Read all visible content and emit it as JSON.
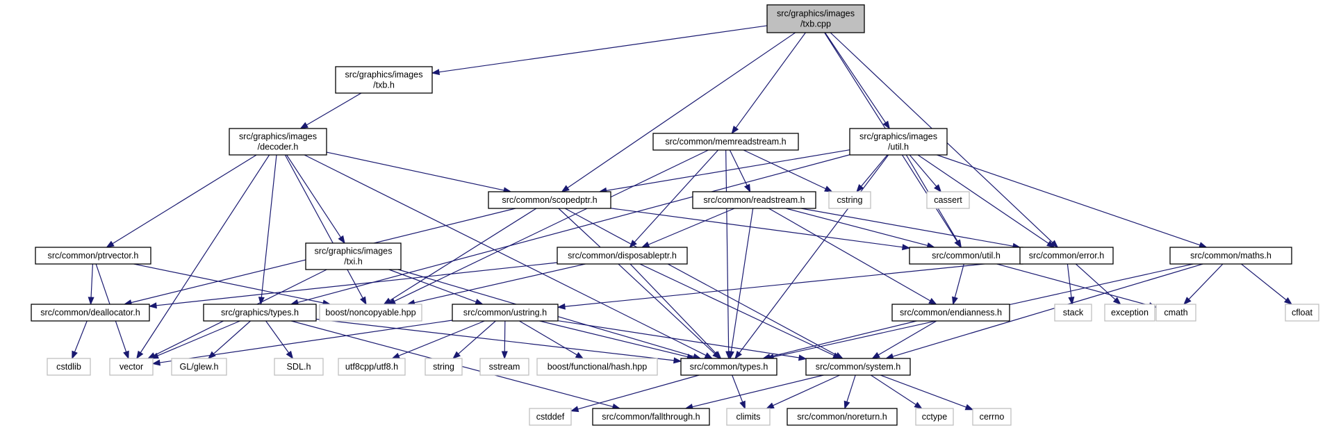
{
  "graph": {
    "nodes": [
      {
        "id": "txbcpp",
        "kind": "root",
        "lines": [
          "src/graphics/images",
          "/txb.cpp"
        ]
      },
      {
        "id": "txbh",
        "kind": "file",
        "lines": [
          "src/graphics/images",
          "/txb.h"
        ]
      },
      {
        "id": "decoder",
        "kind": "file",
        "lines": [
          "src/graphics/images",
          "/decoder.h"
        ]
      },
      {
        "id": "memread",
        "kind": "file",
        "lines": [
          "src/common/memreadstream.h"
        ]
      },
      {
        "id": "util_img",
        "kind": "file",
        "lines": [
          "src/graphics/images",
          "/util.h"
        ]
      },
      {
        "id": "scopedptr",
        "kind": "file",
        "lines": [
          "src/common/scopedptr.h"
        ]
      },
      {
        "id": "readstream",
        "kind": "file",
        "lines": [
          "src/common/readstream.h"
        ]
      },
      {
        "id": "cstring",
        "kind": "system",
        "lines": [
          "cstring"
        ]
      },
      {
        "id": "cassert",
        "kind": "system",
        "lines": [
          "cassert"
        ]
      },
      {
        "id": "ptrvector",
        "kind": "file",
        "lines": [
          "src/common/ptrvector.h"
        ]
      },
      {
        "id": "txih",
        "kind": "file",
        "lines": [
          "src/graphics/images",
          "/txi.h"
        ]
      },
      {
        "id": "disposable",
        "kind": "file",
        "lines": [
          "src/common/disposableptr.h"
        ]
      },
      {
        "id": "cutil",
        "kind": "file",
        "lines": [
          "src/common/util.h"
        ]
      },
      {
        "id": "error",
        "kind": "file",
        "lines": [
          "src/common/error.h"
        ]
      },
      {
        "id": "maths",
        "kind": "file",
        "lines": [
          "src/common/maths.h"
        ]
      },
      {
        "id": "dealloc",
        "kind": "file",
        "lines": [
          "src/common/deallocator.h"
        ]
      },
      {
        "id": "gtypes",
        "kind": "file",
        "lines": [
          "src/graphics/types.h"
        ]
      },
      {
        "id": "noncopy",
        "kind": "system",
        "lines": [
          "boost/noncopyable.hpp"
        ]
      },
      {
        "id": "ustring",
        "kind": "file",
        "lines": [
          "src/common/ustring.h"
        ]
      },
      {
        "id": "endian",
        "kind": "file",
        "lines": [
          "src/common/endianness.h"
        ]
      },
      {
        "id": "stack",
        "kind": "system",
        "lines": [
          "stack"
        ]
      },
      {
        "id": "exception",
        "kind": "system",
        "lines": [
          "exception"
        ]
      },
      {
        "id": "cmath",
        "kind": "system",
        "lines": [
          "cmath"
        ]
      },
      {
        "id": "cfloat",
        "kind": "system",
        "lines": [
          "cfloat"
        ]
      },
      {
        "id": "cstdlib",
        "kind": "system",
        "lines": [
          "cstdlib"
        ]
      },
      {
        "id": "vector",
        "kind": "system",
        "lines": [
          "vector"
        ]
      },
      {
        "id": "glew",
        "kind": "system",
        "lines": [
          "GL/glew.h"
        ]
      },
      {
        "id": "sdl",
        "kind": "system",
        "lines": [
          "SDL.h"
        ]
      },
      {
        "id": "utf8",
        "kind": "system",
        "lines": [
          "utf8cpp/utf8.h"
        ]
      },
      {
        "id": "string",
        "kind": "system",
        "lines": [
          "string"
        ]
      },
      {
        "id": "sstream",
        "kind": "system",
        "lines": [
          "sstream"
        ]
      },
      {
        "id": "hash",
        "kind": "system",
        "lines": [
          "boost/functional/hash.hpp"
        ]
      },
      {
        "id": "ctypes",
        "kind": "file",
        "lines": [
          "src/common/types.h"
        ]
      },
      {
        "id": "system",
        "kind": "file",
        "lines": [
          "src/common/system.h"
        ]
      },
      {
        "id": "cstddef",
        "kind": "system",
        "lines": [
          "cstddef"
        ]
      },
      {
        "id": "fallthrough",
        "kind": "file",
        "lines": [
          "src/common/fallthrough.h"
        ]
      },
      {
        "id": "climits",
        "kind": "system",
        "lines": [
          "climits"
        ]
      },
      {
        "id": "noreturn",
        "kind": "file",
        "lines": [
          "src/common/noreturn.h"
        ]
      },
      {
        "id": "cctype",
        "kind": "system",
        "lines": [
          "cctype"
        ]
      },
      {
        "id": "cerrno",
        "kind": "system",
        "lines": [
          "cerrno"
        ]
      }
    ],
    "edges": [
      [
        "txbcpp",
        "txbh"
      ],
      [
        "txbcpp",
        "memread"
      ],
      [
        "txbcpp",
        "util_img"
      ],
      [
        "txbcpp",
        "scopedptr"
      ],
      [
        "txbcpp",
        "cutil"
      ],
      [
        "txbcpp",
        "error"
      ],
      [
        "txbh",
        "decoder"
      ],
      [
        "decoder",
        "scopedptr"
      ],
      [
        "decoder",
        "ptrvector"
      ],
      [
        "decoder",
        "txih"
      ],
      [
        "decoder",
        "gtypes"
      ],
      [
        "decoder",
        "noncopy"
      ],
      [
        "decoder",
        "vector"
      ],
      [
        "decoder",
        "ctypes"
      ],
      [
        "memread",
        "noncopy"
      ],
      [
        "memread",
        "readstream"
      ],
      [
        "memread",
        "cstring"
      ],
      [
        "memread",
        "ctypes"
      ],
      [
        "memread",
        "disposable"
      ],
      [
        "util_img",
        "scopedptr"
      ],
      [
        "util_img",
        "cstring"
      ],
      [
        "util_img",
        "cassert"
      ],
      [
        "util_img",
        "gtypes"
      ],
      [
        "util_img",
        "ctypes"
      ],
      [
        "util_img",
        "cutil"
      ],
      [
        "util_img",
        "error"
      ],
      [
        "util_img",
        "maths"
      ],
      [
        "scopedptr",
        "dealloc"
      ],
      [
        "scopedptr",
        "noncopy"
      ],
      [
        "scopedptr",
        "cutil"
      ],
      [
        "scopedptr",
        "ctypes"
      ],
      [
        "scopedptr",
        "system"
      ],
      [
        "readstream",
        "disposable"
      ],
      [
        "readstream",
        "cutil"
      ],
      [
        "readstream",
        "error"
      ],
      [
        "readstream",
        "endian"
      ],
      [
        "readstream",
        "ctypes"
      ],
      [
        "ptrvector",
        "dealloc"
      ],
      [
        "ptrvector",
        "noncopy"
      ],
      [
        "ptrvector",
        "vector"
      ],
      [
        "txih",
        "ustring"
      ],
      [
        "txih",
        "vector"
      ],
      [
        "txih",
        "ctypes"
      ],
      [
        "disposable",
        "dealloc"
      ],
      [
        "disposable",
        "noncopy"
      ],
      [
        "disposable",
        "ctypes"
      ],
      [
        "disposable",
        "system"
      ],
      [
        "cutil",
        "endian"
      ],
      [
        "cutil",
        "cmath"
      ],
      [
        "error",
        "ustring"
      ],
      [
        "error",
        "stack"
      ],
      [
        "error",
        "exception"
      ],
      [
        "maths",
        "cmath"
      ],
      [
        "maths",
        "cfloat"
      ],
      [
        "maths",
        "ctypes"
      ],
      [
        "maths",
        "system"
      ],
      [
        "dealloc",
        "cstdlib"
      ],
      [
        "gtypes",
        "vector"
      ],
      [
        "gtypes",
        "glew"
      ],
      [
        "gtypes",
        "sdl"
      ],
      [
        "gtypes",
        "ctypes"
      ],
      [
        "gtypes",
        "fallthrough"
      ],
      [
        "ustring",
        "vector"
      ],
      [
        "ustring",
        "utf8"
      ],
      [
        "ustring",
        "string"
      ],
      [
        "ustring",
        "sstream"
      ],
      [
        "ustring",
        "hash"
      ],
      [
        "ustring",
        "ctypes"
      ],
      [
        "ustring",
        "system"
      ],
      [
        "endian",
        "ctypes"
      ],
      [
        "endian",
        "system"
      ],
      [
        "ctypes",
        "cstddef"
      ],
      [
        "ctypes",
        "climits"
      ],
      [
        "system",
        "fallthrough"
      ],
      [
        "system",
        "climits"
      ],
      [
        "system",
        "noreturn"
      ],
      [
        "system",
        "cctype"
      ],
      [
        "system",
        "cerrno"
      ]
    ]
  }
}
